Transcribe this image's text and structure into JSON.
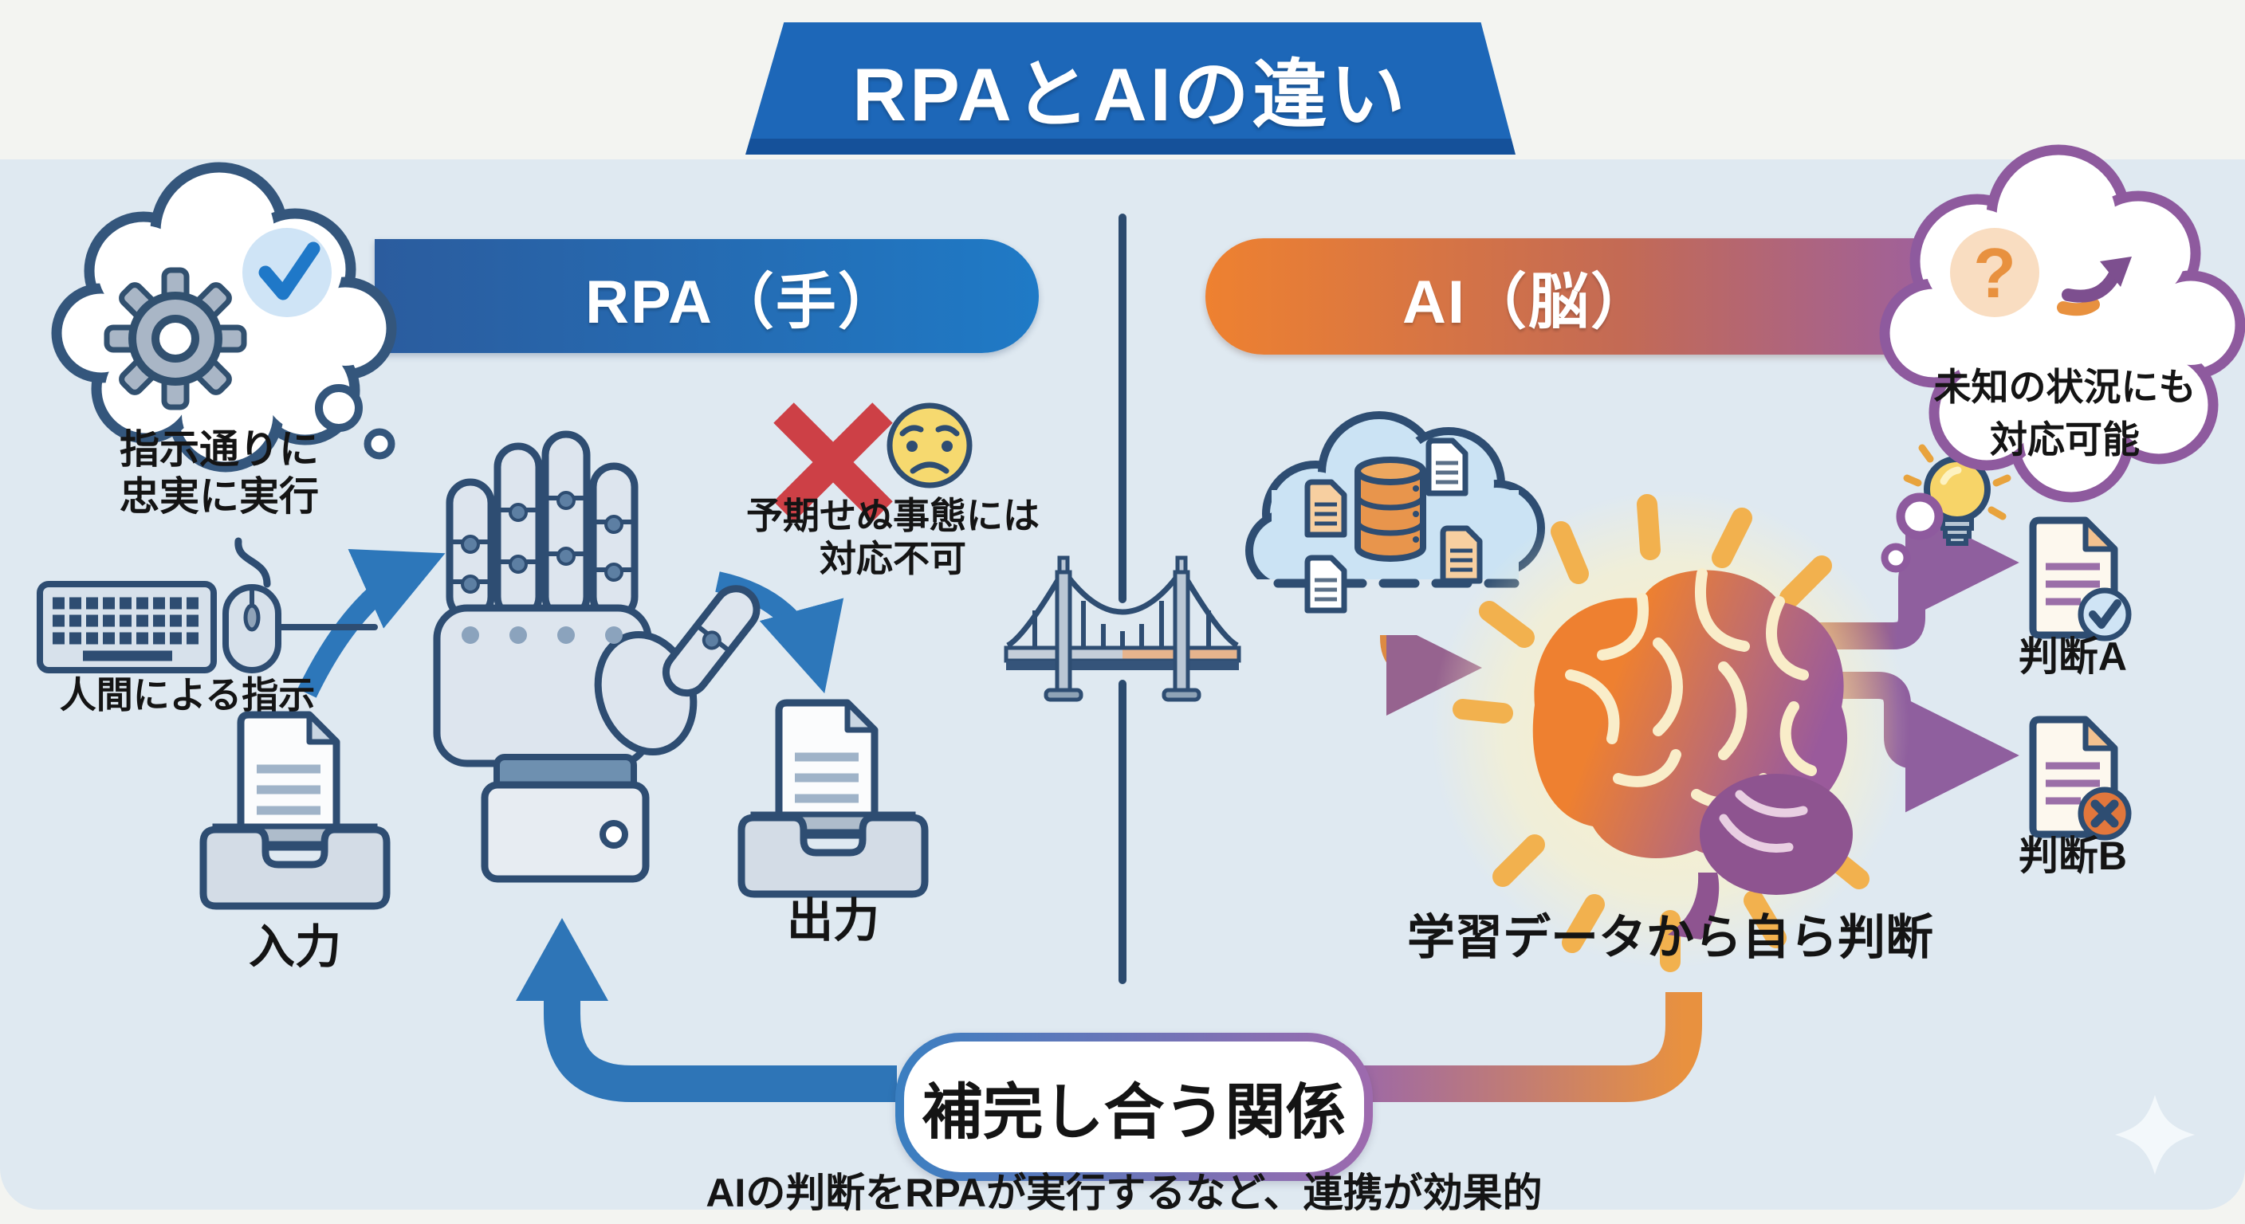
{
  "title": "RPAとAIの違い",
  "rpa_section": {
    "banner_label": "RPA（手）",
    "thought_lines": [
      "指示通りに",
      "忠実に実行"
    ],
    "human_input_label": "人間による指示",
    "input_tray_label": "入力",
    "output_tray_label": "出力",
    "limitation_lines": [
      "予期せぬ事態には",
      "対応不可"
    ]
  },
  "ai_section": {
    "banner_label": "AI（脳）",
    "thought_lines": [
      "未知の状況にも",
      "対応可能"
    ],
    "question_mark": "?",
    "learning_caption": "学習データから自ら判断",
    "decision_a_label": "判断A",
    "decision_b_label": "判断B"
  },
  "relation": {
    "pill_label": "補完し合う関係",
    "caption": "AIの判断をRPAが実行するなど、連携が効果的"
  },
  "icons": {
    "gear": "gear-icon",
    "check": "check-icon",
    "keyboard": "keyboard-icon",
    "mouse": "mouse-icon",
    "robot_hand": "robot-hand-illustration",
    "x_mark": "x-mark-icon",
    "worried_face": "worried-face-icon",
    "inbox_tray": "inbox-tray-icon",
    "outbox_tray": "outbox-tray-icon",
    "bridge": "bridge-icon",
    "cloud_database": "cloud-database-icon",
    "brain": "brain-illustration",
    "lightbulb": "lightbulb-icon",
    "question": "question-icon",
    "branch_arrow": "branch-arrow-icon",
    "doc_approved": "document-check-icon",
    "doc_rejected": "document-x-icon",
    "sparkle": "sparkle-icon"
  },
  "colors": {
    "background": "#dfe9f1",
    "top_band": "#f3f4f1",
    "title_blue": "#1d67b8",
    "rpa_gradient": [
      "#2b5c9e",
      "#1f7ac6"
    ],
    "ai_gradient": [
      "#ee8130",
      "#9a5fa5"
    ],
    "outline_navy": "#2e4d72",
    "arrow_blue": "#2d77ba",
    "orange": "#e08a3c",
    "purple": "#8f5f9e",
    "red_x": "#cd4046",
    "face_yellow": "#f6d96f",
    "pill_border": [
      "#3a7fc1",
      "#9e6aae"
    ]
  }
}
